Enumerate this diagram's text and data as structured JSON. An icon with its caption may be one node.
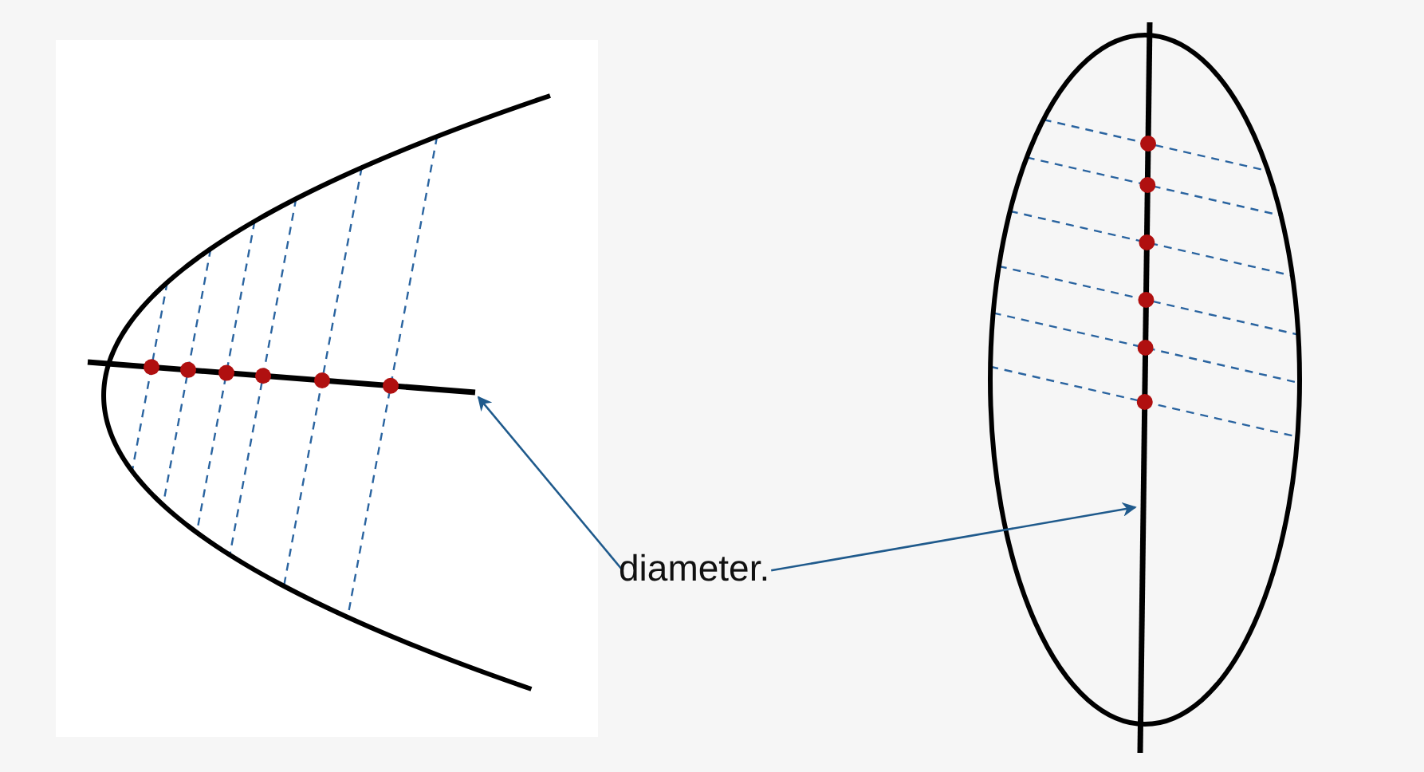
{
  "diagram": {
    "nodes": [
      {
        "text": [
          "diameter."
        ]
      },
      {
        "text": [],
        "shape": "line"
      },
      {
        "text": [],
        "shape": "line"
      }
    ],
    "edges": [
      {
        "from": 0,
        "to": 1,
        "arrow": "to"
      },
      {
        "from": 0,
        "to": 2,
        "arrow": "to"
      }
    ]
  }
}
